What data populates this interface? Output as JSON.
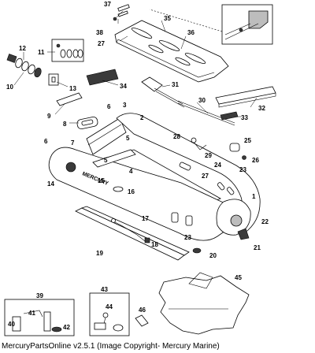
{
  "footer_text": "MercuryPartsOnline v2.5.1 (Image Copyright- Mercury Marine)",
  "boat_brand_text": "MERCURY",
  "callouts": [
    "1",
    "2",
    "3",
    "4",
    "5",
    "6",
    "7",
    "8",
    "9",
    "10",
    "11",
    "12",
    "13",
    "14",
    "15",
    "16",
    "17",
    "18",
    "19",
    "20",
    "21",
    "22",
    "23",
    "24",
    "25",
    "26",
    "27",
    "28",
    "29",
    "30",
    "31",
    "32",
    "33",
    "34",
    "35",
    "36",
    "37",
    "38",
    "39",
    "40",
    "41",
    "42",
    "43",
    "44",
    "45",
    "46"
  ]
}
